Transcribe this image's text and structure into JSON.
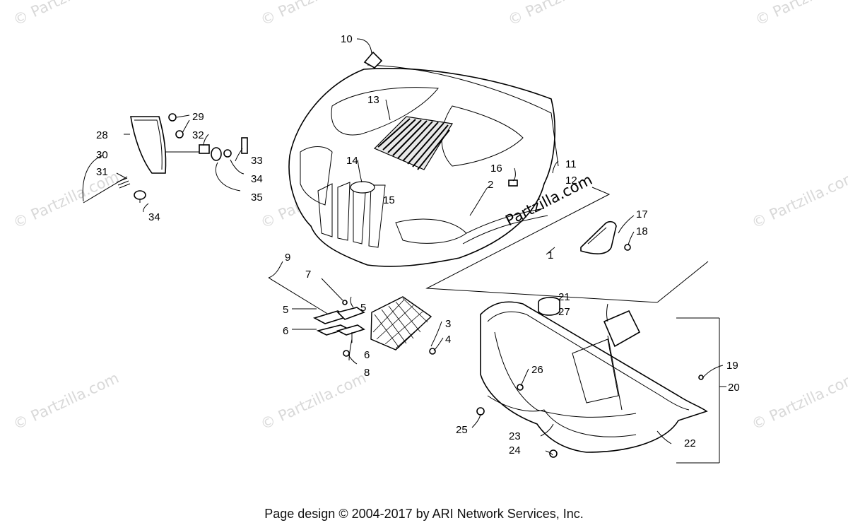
{
  "watermark": {
    "text": "© Partzilla.com"
  },
  "overlay_text": "Partzilla.com",
  "footer": {
    "text": "Page design © 2004-2017 by ARI Network Services, Inc."
  },
  "callouts": {
    "c1": "1",
    "c2": "2",
    "c3": "3",
    "c4": "4",
    "c5a": "5",
    "c5b": "5",
    "c6a": "6",
    "c6b": "6",
    "c7": "7",
    "c8": "8",
    "c9": "9",
    "c10": "10",
    "c11": "11",
    "c12": "12",
    "c13": "13",
    "c14": "14",
    "c15": "15",
    "c16": "16",
    "c17": "17",
    "c18": "18",
    "c19": "19",
    "c20": "20",
    "c21": "21",
    "c22": "22",
    "c23": "23",
    "c24": "24",
    "c25": "25",
    "c26": "26",
    "c27": "27",
    "c28": "28",
    "c29": "29",
    "c30": "30",
    "c31": "31",
    "c32": "32",
    "c33": "33",
    "c34a": "34",
    "c34b": "34",
    "c35": "35"
  }
}
